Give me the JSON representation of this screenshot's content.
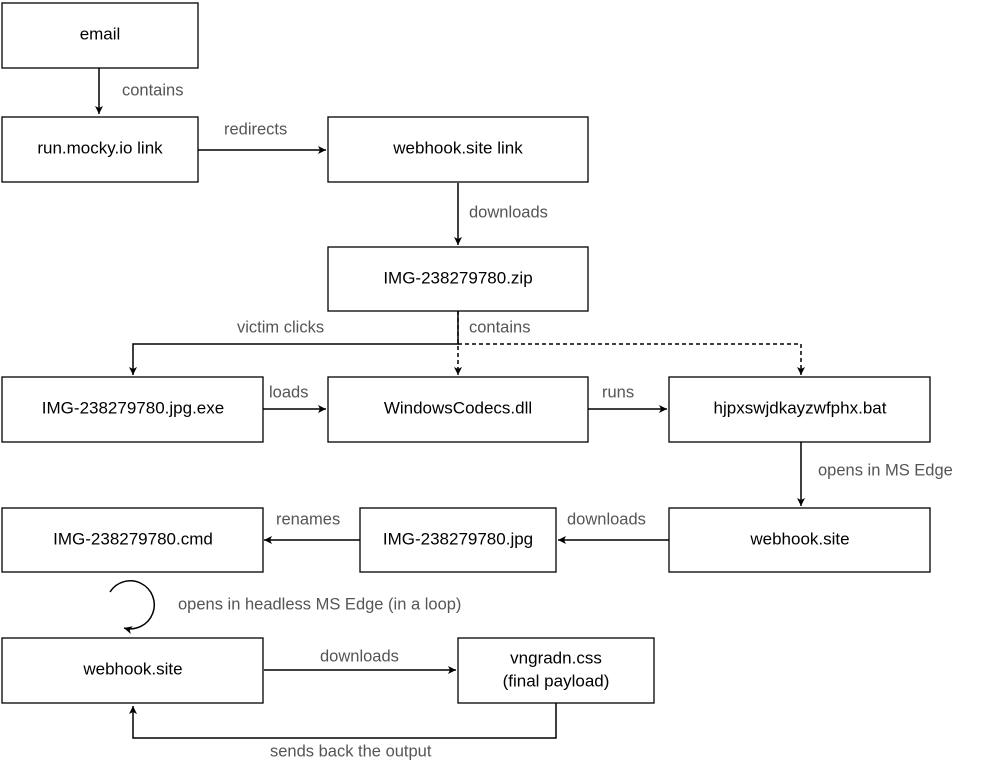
{
  "nodes": {
    "email": "email",
    "mocky_link": "run.mocky.io link",
    "webhook_link": "webhook.site link",
    "zip": "IMG-238279780.zip",
    "exe": "IMG-238279780.jpg.exe",
    "dll": "WindowsCodecs.dll",
    "bat": "hjpxswjdkayzwfphx.bat",
    "webhook_site_1": "webhook.site",
    "jpg": "IMG-238279780.jpg",
    "cmd": "IMG-238279780.cmd",
    "webhook_site_2": "webhook.site",
    "css_line1": "vngradn.css",
    "css_line2": "(final payload)"
  },
  "edges": {
    "email_mocky": "contains",
    "mocky_webhook": "redirects",
    "webhook_zip": "downloads",
    "zip_exe": "victim clicks",
    "zip_contains": "contains",
    "exe_dll": "loads",
    "dll_bat": "runs",
    "bat_webhook": "opens in MS Edge",
    "webhook_jpg": "downloads",
    "jpg_cmd": "renames",
    "cmd_loop": "opens in headless MS Edge (in a loop)",
    "webhook_css": "downloads",
    "css_back": "sends back the output"
  }
}
